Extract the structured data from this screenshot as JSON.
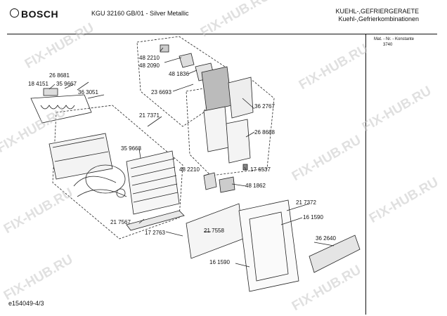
{
  "header": {
    "brand": "BOSCH",
    "model": "KGU 32160 GB/01 - Silver Metallic",
    "category_line1": "KUEHL-,GEFRIERGERAETE",
    "category_line2": "Kuehl-,Gefrierkombinationen"
  },
  "sidebar": {
    "mat_nr_label": "Mat. - Nr. - Konstante",
    "mat_nr_value": "3740"
  },
  "footer": {
    "code": "e154049-4/3"
  },
  "watermark": "FIX-HUB.RU",
  "parts": [
    "48 2210",
    "48 2090",
    "48 1836",
    "26 8681",
    "18 4151",
    "35 9667",
    "36 3051",
    "23 6693",
    "36 2767",
    "21 7371",
    "26 8688",
    "35 9668",
    "17 6537",
    "48 2210",
    "48 1862",
    "21 7372",
    "16 1590",
    "21 7567",
    "17 2763",
    "21 7558",
    "36 2640",
    "16 1590"
  ]
}
